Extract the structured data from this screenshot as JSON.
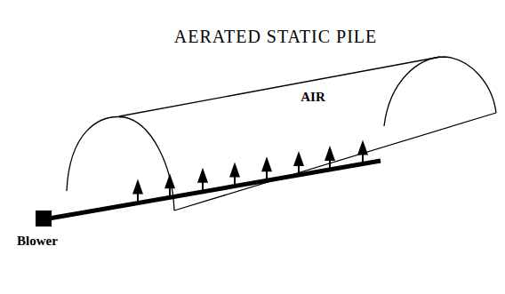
{
  "diagram": {
    "title": "AERATED STATIC PILE",
    "labels": [
      "AIR",
      "Blower"
    ]
  }
}
